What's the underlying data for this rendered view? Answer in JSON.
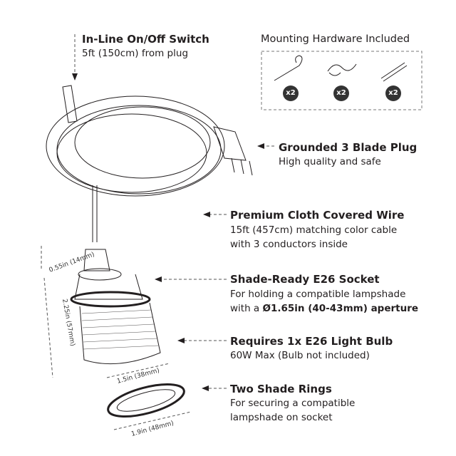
{
  "switch": {
    "title": "In-Line On/Off Switch",
    "sub": "5ft (150cm) from plug"
  },
  "hardware": {
    "title": "Mounting Hardware Included",
    "items": [
      {
        "icon": "screw-hook-icon",
        "qty": "x2"
      },
      {
        "icon": "s-hook-icon",
        "qty": "x2"
      },
      {
        "icon": "wall-anchor-icon",
        "qty": "x2"
      }
    ]
  },
  "plug": {
    "title": "Grounded 3 Blade Plug",
    "sub": "High quality and safe"
  },
  "wire": {
    "title": "Premium Cloth Covered Wire",
    "line1": "15ft (457cm) matching color cable",
    "line2": "with 3 conductors inside"
  },
  "socket": {
    "title": "Shade-Ready E26 Socket",
    "line1": "For holding a compatible lampshade",
    "line2_prefix": "with a ",
    "line2_bold": "Ø1.65in (40-43mm) aperture"
  },
  "bulb": {
    "title": "Requires 1x E26 Light Bulb",
    "sub": "60W Max (Bulb not included)"
  },
  "rings": {
    "title": "Two Shade Rings",
    "line1": "For securing a compatible",
    "line2": "lampshade on socket"
  },
  "dimensions": {
    "top": "0.55in (14mm)",
    "height": "2.25in (57mm)",
    "width": "1.5in (38mm)",
    "ring": "1.9in (48mm)"
  }
}
